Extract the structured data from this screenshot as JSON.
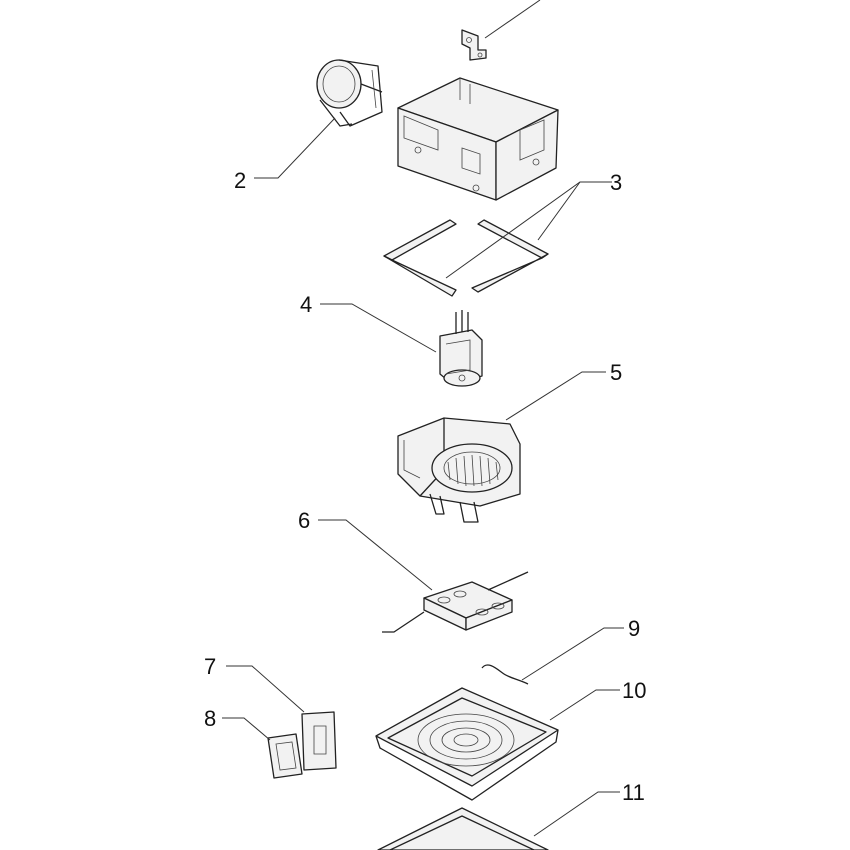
{
  "callouts": [
    {
      "id": "1",
      "label": ""
    },
    {
      "id": "2",
      "label": "2"
    },
    {
      "id": "3",
      "label": "3"
    },
    {
      "id": "4",
      "label": "4"
    },
    {
      "id": "5",
      "label": "5"
    },
    {
      "id": "6",
      "label": "6"
    },
    {
      "id": "7",
      "label": "7"
    },
    {
      "id": "8",
      "label": "8"
    },
    {
      "id": "9",
      "label": "9"
    },
    {
      "id": "10",
      "label": "10"
    },
    {
      "id": "11",
      "label": "11"
    }
  ]
}
